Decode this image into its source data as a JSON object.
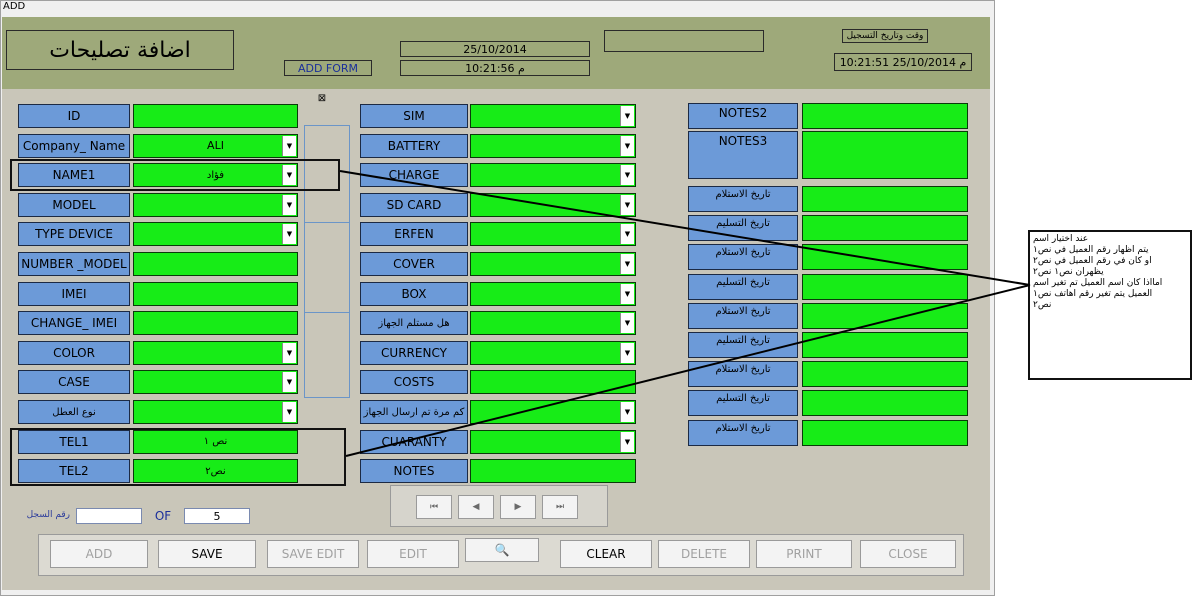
{
  "window": {
    "title": "ADD"
  },
  "header": {
    "form_title": "اضافة تصليحات",
    "add_form_label": "ADD FORM",
    "date": "25/10/2014",
    "time": "10:21:56 م",
    "empty_box": "",
    "reg_label": "وقت وتاريخ التسجيل",
    "reg_value": "10:21:51 25/10/2014 م"
  },
  "col1": [
    {
      "label": "ID",
      "value": "",
      "dropdown": false
    },
    {
      "label": "Company_ Name",
      "value": "ALI",
      "dropdown": true
    },
    {
      "label": "NAME1",
      "value": "فؤاد",
      "dropdown": true
    },
    {
      "label": "MODEL",
      "value": "",
      "dropdown": true
    },
    {
      "label": "TYPE DEVICE",
      "value": "",
      "dropdown": true
    },
    {
      "label": "NUMBER _MODEL",
      "value": "",
      "dropdown": false
    },
    {
      "label": "IMEI",
      "value": "",
      "dropdown": false
    },
    {
      "label": "CHANGE_ IMEI",
      "value": "",
      "dropdown": false
    },
    {
      "label": "COLOR",
      "value": "",
      "dropdown": true
    },
    {
      "label": "CASE",
      "value": "",
      "dropdown": true
    },
    {
      "label": "نوع العطل",
      "value": "",
      "dropdown": true
    },
    {
      "label": "TEL1",
      "value": "نص ١",
      "dropdown": false
    },
    {
      "label": "TEL2",
      "value": "نص٢",
      "dropdown": false
    }
  ],
  "col2": [
    {
      "label": "SIM",
      "value": "",
      "dropdown": true
    },
    {
      "label": "BATTERY",
      "value": "",
      "dropdown": true
    },
    {
      "label": "CHARGE",
      "value": "",
      "dropdown": true
    },
    {
      "label": "SD CARD",
      "value": "",
      "dropdown": true
    },
    {
      "label": "ERFEN",
      "value": "",
      "dropdown": true
    },
    {
      "label": "COVER",
      "value": "",
      "dropdown": true
    },
    {
      "label": "BOX",
      "value": "",
      "dropdown": true
    },
    {
      "label": "هل مستلم الجهاز",
      "value": "",
      "dropdown": true
    },
    {
      "label": "CURRENCY",
      "value": "",
      "dropdown": true
    },
    {
      "label": "COSTS",
      "value": "",
      "dropdown": false
    },
    {
      "label": "كم مرة تم ارسال الجهاز",
      "value": "",
      "dropdown": true
    },
    {
      "label": "CUARANTY",
      "value": "",
      "dropdown": true
    },
    {
      "label": "NOTES",
      "value": "",
      "dropdown": false
    }
  ],
  "col3": [
    {
      "label": "NOTES2",
      "value": ""
    },
    {
      "label": "NOTES3",
      "value": ""
    },
    {
      "label": "تاريخ الاستلام",
      "value": ""
    },
    {
      "label": "تاريخ التسليم",
      "value": ""
    },
    {
      "label": "تاريخ الاستلام",
      "value": ""
    },
    {
      "label": "تاريخ التسليم",
      "value": ""
    },
    {
      "label": "تاريخ الاستلام",
      "value": ""
    },
    {
      "label": "تاريخ التسليم",
      "value": ""
    },
    {
      "label": "تاريخ الاستلام",
      "value": ""
    },
    {
      "label": "تاريخ التسليم",
      "value": ""
    },
    {
      "label": "تاريخ الاستلام",
      "value": ""
    }
  ],
  "record": {
    "label": "رقم السجل",
    "current": "",
    "of": "OF",
    "total": "5"
  },
  "nav": {
    "first": "⏮",
    "prev": "◀",
    "next": "▶",
    "last": "⏭"
  },
  "buttons": [
    {
      "label": "ADD",
      "enabled": false
    },
    {
      "label": "SAVE",
      "enabled": true
    },
    {
      "label": "SAVE EDIT",
      "enabled": false
    },
    {
      "label": "EDIT",
      "enabled": false
    },
    {
      "label": "🔍",
      "enabled": true
    },
    {
      "label": "CLEAR",
      "enabled": true
    },
    {
      "label": "DELETE",
      "enabled": false
    },
    {
      "label": "PRINT",
      "enabled": false
    },
    {
      "label": "CLOSE",
      "enabled": false
    }
  ],
  "annotation": {
    "lines": [
      "عند اختيار اسم",
      "يتم اظهار رقم العميل في نص١",
      "او كان في رقم العميل في نص٢",
      "يظهران نص١ نص٢",
      "امااذا كان اسم العميل تم تغير اسم",
      "العميل يتم تغير رقم اهاتف نص١",
      "نص٢"
    ]
  },
  "small_icon": "⊠",
  "colors": {
    "label_bg": "#6c9ad8",
    "field_bg": "#17ec17",
    "header_bg": "#9ea97a",
    "form_bg": "#c9c6b9"
  }
}
